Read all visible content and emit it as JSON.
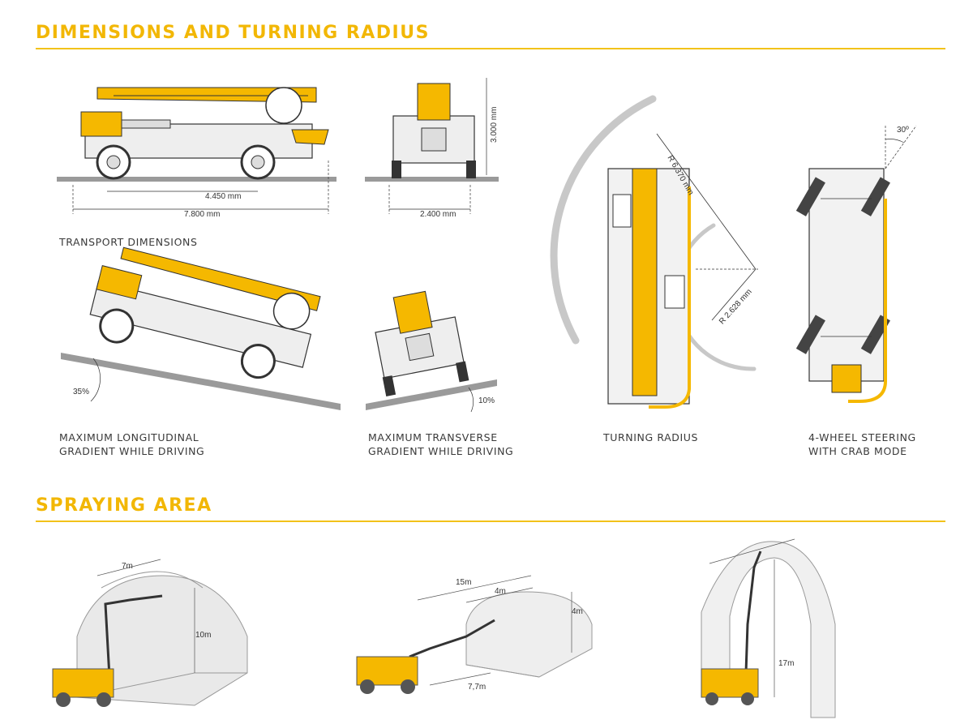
{
  "sections": {
    "dimensions_title": "DIMENSIONS AND TURNING RADIUS",
    "spraying_title": "SPRAYING AREA"
  },
  "captions": {
    "transport": "TRANSPORT DIMENSIONS",
    "longitudinal_1": "MAXIMUM LONGITUDINAL",
    "longitudinal_2": "GRADIENT WHILE DRIVING",
    "transverse_1": "MAXIMUM TRANSVERSE",
    "transverse_2": "GRADIENT WHILE DRIVING",
    "turning": "TURNING RADIUS",
    "steering_1": "4-WHEEL STEERING",
    "steering_2": "WITH CRAB MODE"
  },
  "dimensions": {
    "wheelbase": "4.450 mm",
    "length": "7.800 mm",
    "width": "2.400 mm",
    "height": "3.000 mm",
    "long_gradient": "35%",
    "trans_gradient": "10%",
    "outer_radius": "R 6.370 mm",
    "inner_radius": "R 2.628 mm",
    "steer_angle": "30º"
  },
  "spraying": {
    "a_width": "7m",
    "a_height": "10m",
    "b_length": "15m",
    "b_width": "4m",
    "b_height": "4m",
    "b_reach": "7,7m",
    "c_height": "17m"
  },
  "colors": {
    "accent": "#f2b705",
    "machine_yellow": "#f5b800",
    "outline": "#333333",
    "ground": "#9a9a9a"
  }
}
